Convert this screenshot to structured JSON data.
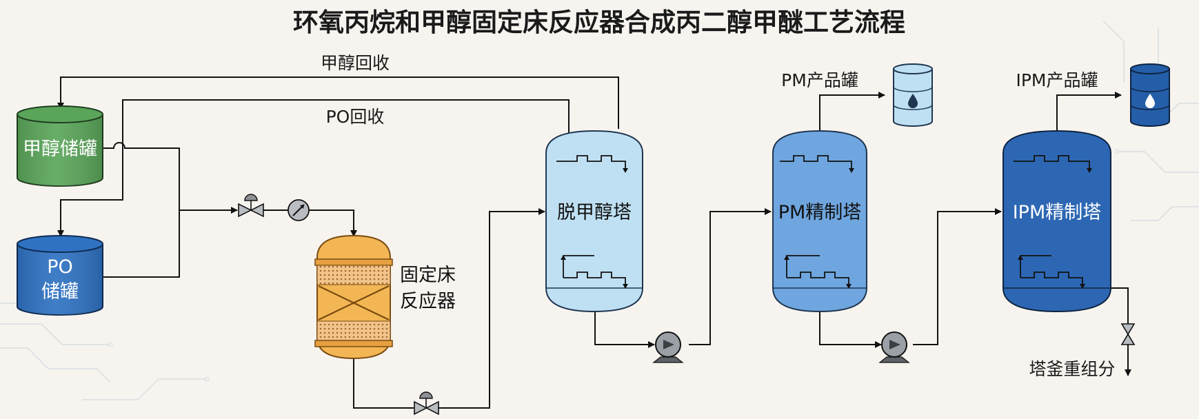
{
  "title": "环氧丙烷和甲醇固定床反应器合成丙二醇甲醚工艺流程",
  "recycle": {
    "methanol": "甲醇回收",
    "po": "PO回收"
  },
  "tanks": {
    "methanol": "甲醇储罐",
    "po_line1": "PO",
    "po_line2": "储罐"
  },
  "reactor": {
    "line1": "固定床",
    "line2": "反应器"
  },
  "columns": {
    "demethanol": "脱甲醇塔",
    "pm": "PM精制塔",
    "ipm": "IPM精制塔"
  },
  "products": {
    "pm": "PM产品罐",
    "ipm": "IPM产品罐",
    "bottoms": "塔釜重组分"
  },
  "colors": {
    "methanol_tank": "#5aa55a",
    "po_tank": "#2f72c2",
    "reactor": "#f3b654",
    "demethanol_column": "#bfe0f3",
    "pm_column": "#6fa6df",
    "ipm_column": "#2d67b3",
    "pm_drum": "#bfe0f3",
    "ipm_drum": "#245ea8"
  }
}
